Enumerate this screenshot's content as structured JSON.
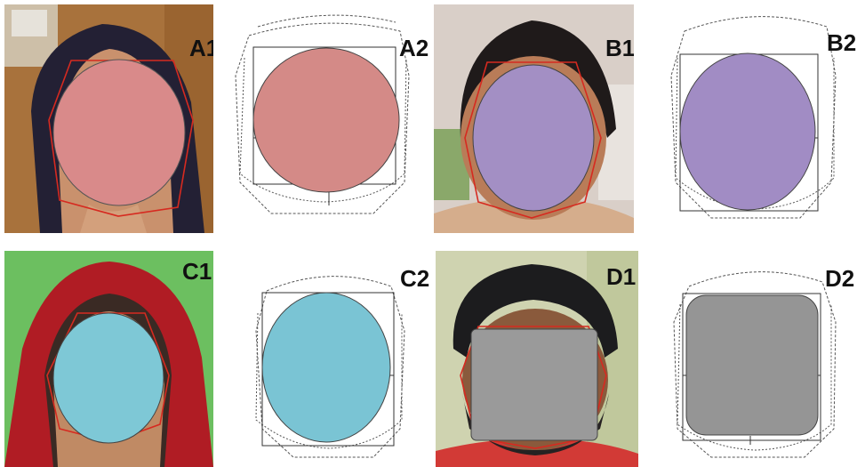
{
  "panels": [
    {
      "id": "A1",
      "label": "A1",
      "kind": "photo",
      "face_shape_color": "#d98a8a"
    },
    {
      "id": "A2",
      "label": "A2",
      "kind": "diagram",
      "face_shape_color": "#d48a87"
    },
    {
      "id": "B1",
      "label": "B1",
      "kind": "photo",
      "face_shape_color": "#a38fc4"
    },
    {
      "id": "B2",
      "label": "B2",
      "kind": "diagram",
      "face_shape_color": "#a18cc4"
    },
    {
      "id": "C1",
      "label": "C1",
      "kind": "photo",
      "face_shape_color": "#7ec8d6"
    },
    {
      "id": "C2",
      "label": "C2",
      "kind": "diagram",
      "face_shape_color": "#7ac4d4"
    },
    {
      "id": "D1",
      "label": "D1",
      "kind": "photo",
      "face_shape_color": "#9a9a9a"
    },
    {
      "id": "D2",
      "label": "D2",
      "kind": "diagram",
      "face_shape_color": "#959595"
    }
  ],
  "colors": {
    "outline_red": "#d62a20",
    "diagram_line": "#333333",
    "shape_stroke": "#444444"
  }
}
